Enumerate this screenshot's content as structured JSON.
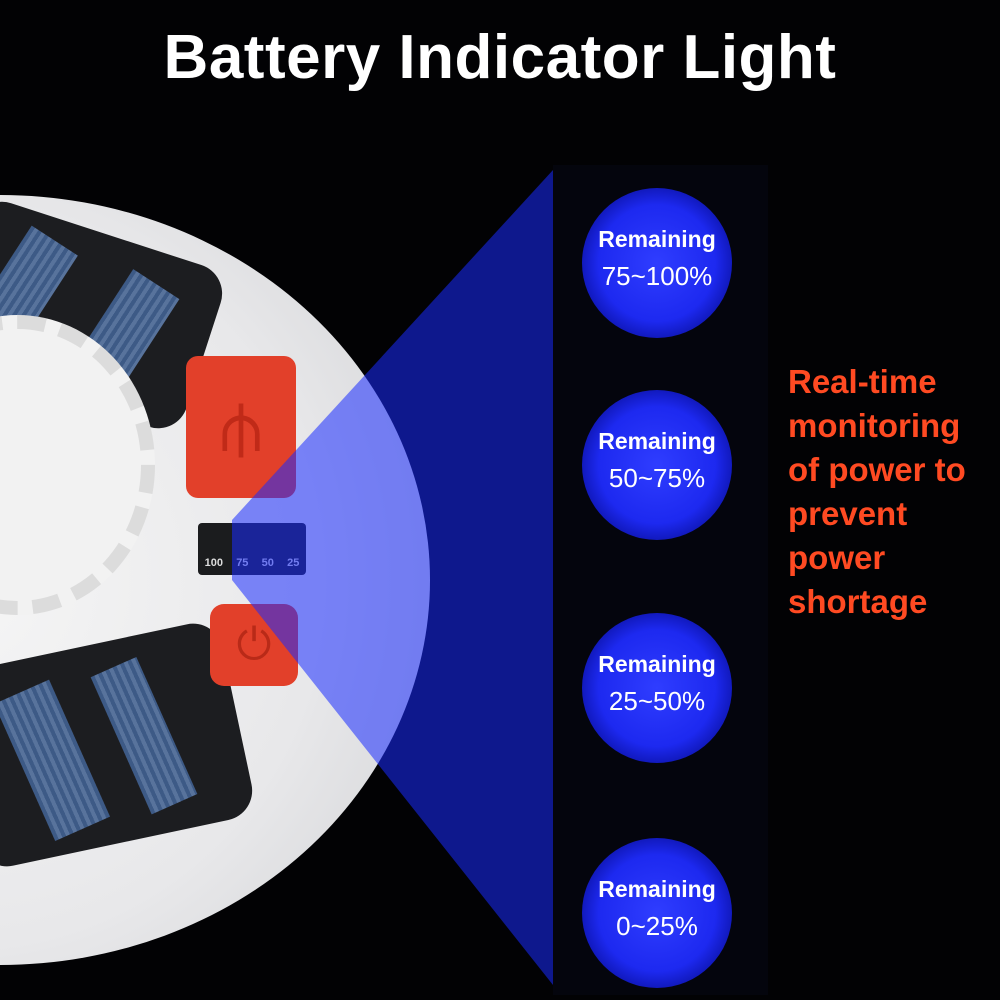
{
  "title": "Battery Indicator Light",
  "device": {
    "indicator_labels": [
      "100",
      "75",
      "50",
      "25"
    ],
    "usb_icon": "usb-icon",
    "power_icon": "power-icon"
  },
  "levels": [
    {
      "label": "Remaining",
      "range": "75~100%"
    },
    {
      "label": "Remaining",
      "range": "50~75%"
    },
    {
      "label": "Remaining",
      "range": "25~50%"
    },
    {
      "label": "Remaining",
      "range": "0~25%"
    }
  ],
  "description": [
    "Real-time",
    "monitoring",
    "of power to",
    "prevent",
    "power",
    "shortage"
  ],
  "colors": {
    "accent_text": "#ff4a22",
    "indicator_blue": "#1d29f0",
    "button_red": "#e2402a"
  }
}
